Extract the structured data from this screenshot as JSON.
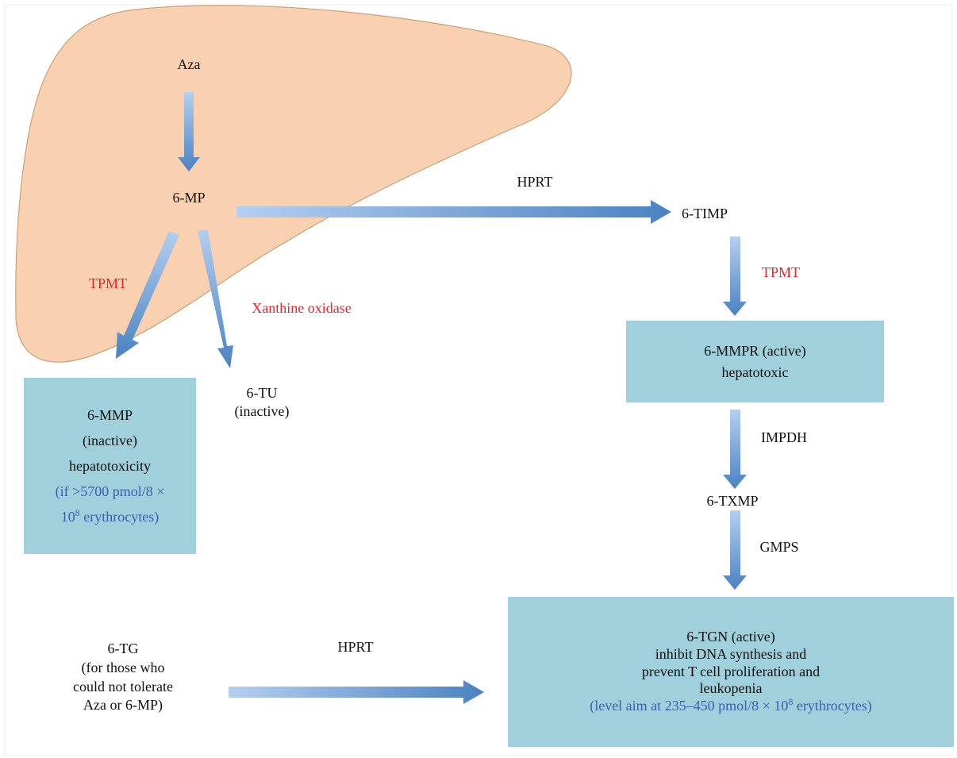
{
  "nodes": {
    "aza": "Aza",
    "mp": "6-MP",
    "timp": "6-TIMP",
    "tu": [
      "6-TU",
      "(inactive)"
    ],
    "txmp": "6-TXMP",
    "tg": [
      "6-TG",
      "(for those who",
      "could not tolerate",
      "Aza or 6-MP)"
    ]
  },
  "enzymes": {
    "hprt_top": "HPRT",
    "tpmt_left": "TPMT",
    "xanthine_oxidase": "Xanthine oxidase",
    "tpmt_right": "TPMT",
    "impdh": "IMPDH",
    "gmps": "GMPS",
    "hprt_bottom": "HPRT"
  },
  "boxes": {
    "mmp": {
      "lines": [
        "6-MMP",
        "(inactive)",
        "hepatotoxicity"
      ],
      "note_line1": "(if >5700 pmol/8 ×",
      "note_base": "10",
      "note_exp": "8",
      "note_rest": " erythrocytes)"
    },
    "mmpr": {
      "lines": [
        "6-MMPR (active)",
        "hepatotoxic"
      ]
    },
    "tgn": {
      "lines": [
        "6-TGN (active)",
        "inhibit DNA synthesis and",
        "prevent T cell proliferation and",
        "leukopenia"
      ],
      "note_pre": "(level aim at 235–450 pmol/8 × 10",
      "note_exp": "8",
      "note_post": " erythrocytes)"
    }
  },
  "colors": {
    "liver_fill": "#f9d0b0",
    "liver_stroke": "#c9a27a",
    "box_fill": "#9fd0db",
    "arrow_light": "#a9c6ec",
    "arrow_dark": "#4f86c4",
    "enzyme_red": "#e8232a",
    "note_blue": "#3b5fb0"
  }
}
